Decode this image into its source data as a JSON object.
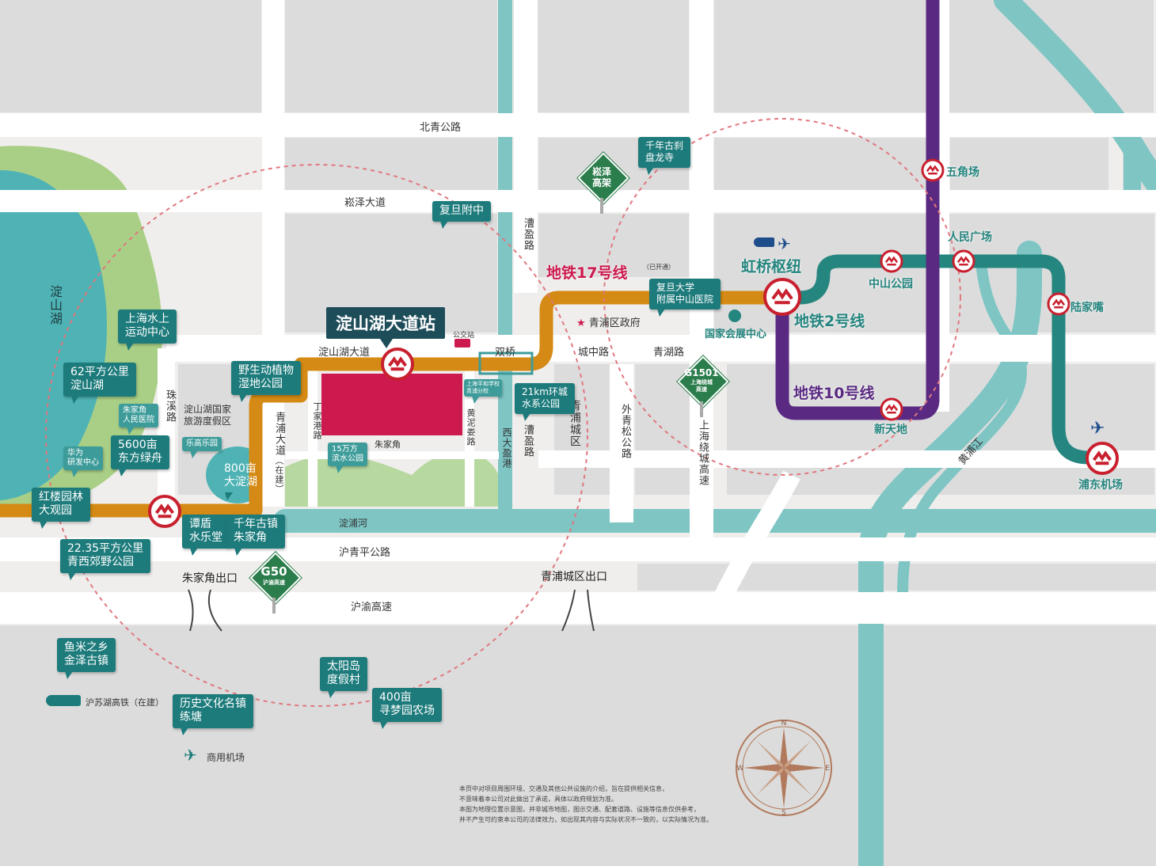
{
  "colors": {
    "background": "#efeeec",
    "road": "#ffffff",
    "block": "#dcdcdc",
    "river": "#7ec5c4",
    "lake": "#4fb3b5",
    "line17": "#d48a14",
    "line2": "#25857f",
    "line10": "#5a2a82",
    "site": "#cd1a4e",
    "tag": "#1e7b7c",
    "metro_logo": "#c8202f",
    "radius": "#e0787f",
    "green": "#a9cf86"
  },
  "roads": {
    "beiqing": "北青公路",
    "songze": "崧泽大道",
    "dianshanhu": "淀山湖大道",
    "huqing": "沪青平公路",
    "huyu": "沪渝高速",
    "chengzhong": "城中路",
    "qinghu": "青湖路",
    "zhuxi": "珠溪路",
    "qingpu_ave": "青浦大道",
    "qingpu_ave_note": "（在建）",
    "dingjiagang": "丁家港路",
    "huangnijiao": "黄泥娄路",
    "xidaying": "西大盈港",
    "caoying_n": "漕盈路",
    "caoying_s": "漕盈路",
    "qingpu_city": "青浦城区",
    "waiqingsong": "外青松公路",
    "shanghai_ring": "上海绕城高速",
    "huangpu": "黄浦江",
    "dianpu": "淀浦河",
    "zhujiajiao_road": "朱家角",
    "shuangqiao": "双桥",
    "dianshan_lake": "淀山湖",
    "zhujiajiao_exit": "朱家角出口",
    "qingpu_exit": "青浦城区出口"
  },
  "main_station": "淀山湖大道站",
  "bus_stop": "公交站",
  "resort": "淀山湖国家\n旅游度假区",
  "gov": "青浦区政府",
  "expo": "国家会展中心",
  "lines": {
    "l17": "地铁17号线",
    "l17_note": "（已开通）",
    "l2": "地铁2号线",
    "l10": "地铁10号线"
  },
  "stations": {
    "hongqiao": "虹桥枢纽",
    "wujiaochang": "五角场",
    "renmin": "人民广场",
    "zhongshan": "中山公园",
    "lujiazui": "陆家嘴",
    "xintiandi": "新天地",
    "pudong": "浦东机场"
  },
  "tags": {
    "fudan": "复旦附中",
    "longpan": "千年古刹\n盘龙寺",
    "zhongshan_hosp": "复旦大学\n附属中山医院",
    "water_sport": "上海水上\n运动中心",
    "lake62": "62平方公里\n淀山湖",
    "hospital": "朱家角\n人民医院",
    "huawei": "华为\n研发中心",
    "eastforest": "5600亩\n东方绿舟",
    "hongloumeng": "红楼园林\n大观园",
    "wetland": "野生动植物\n湿地公园",
    "lelepark": "乐高乐园",
    "lake800": "800亩\n大淀湖",
    "tanxi": "谭盾\n水乐堂",
    "zhujiajiao_town": "千年古镇\n朱家角",
    "qingxi": "22.35平方公里\n青西郊野公园",
    "school": "上海平和学校\n青浦分校",
    "waterfront": "15万方\n滨水公园",
    "ring21": "21km环城\n水系公园",
    "yumi": "鱼米之乡\n金泽古镇",
    "taiyang": "太阳岛\n度假村",
    "history": "历史文化名镇\n练塘",
    "farm400": "400亩\n寻梦园农场"
  },
  "signs": {
    "songze_top": "崧泽",
    "songze_bot": "高架",
    "g15_top": "G1501",
    "g15_bot": "上海绕城\n高速",
    "g50_top": "G50",
    "g50_bot": "沪渝高速"
  },
  "hsr": "沪苏湖高铁（在建）",
  "airport_label": "商用机场",
  "compass": {
    "n": "N",
    "s": "S",
    "e": "E",
    "w": "W"
  },
  "note": "本页中对项目周围环境、交通及其他公共设施的介绍，旨在提供相关信息，\n不意味着本公司对此做出了承诺，具体以政府规划为准。\n本图为地理位置示意图，并非城市地图，图示交通、配套道路、设施等信息仅供参考，\n并不产生可约束本公司的法律效力，如出现其内容与实际状况不一致的，以实际情况为准。"
}
